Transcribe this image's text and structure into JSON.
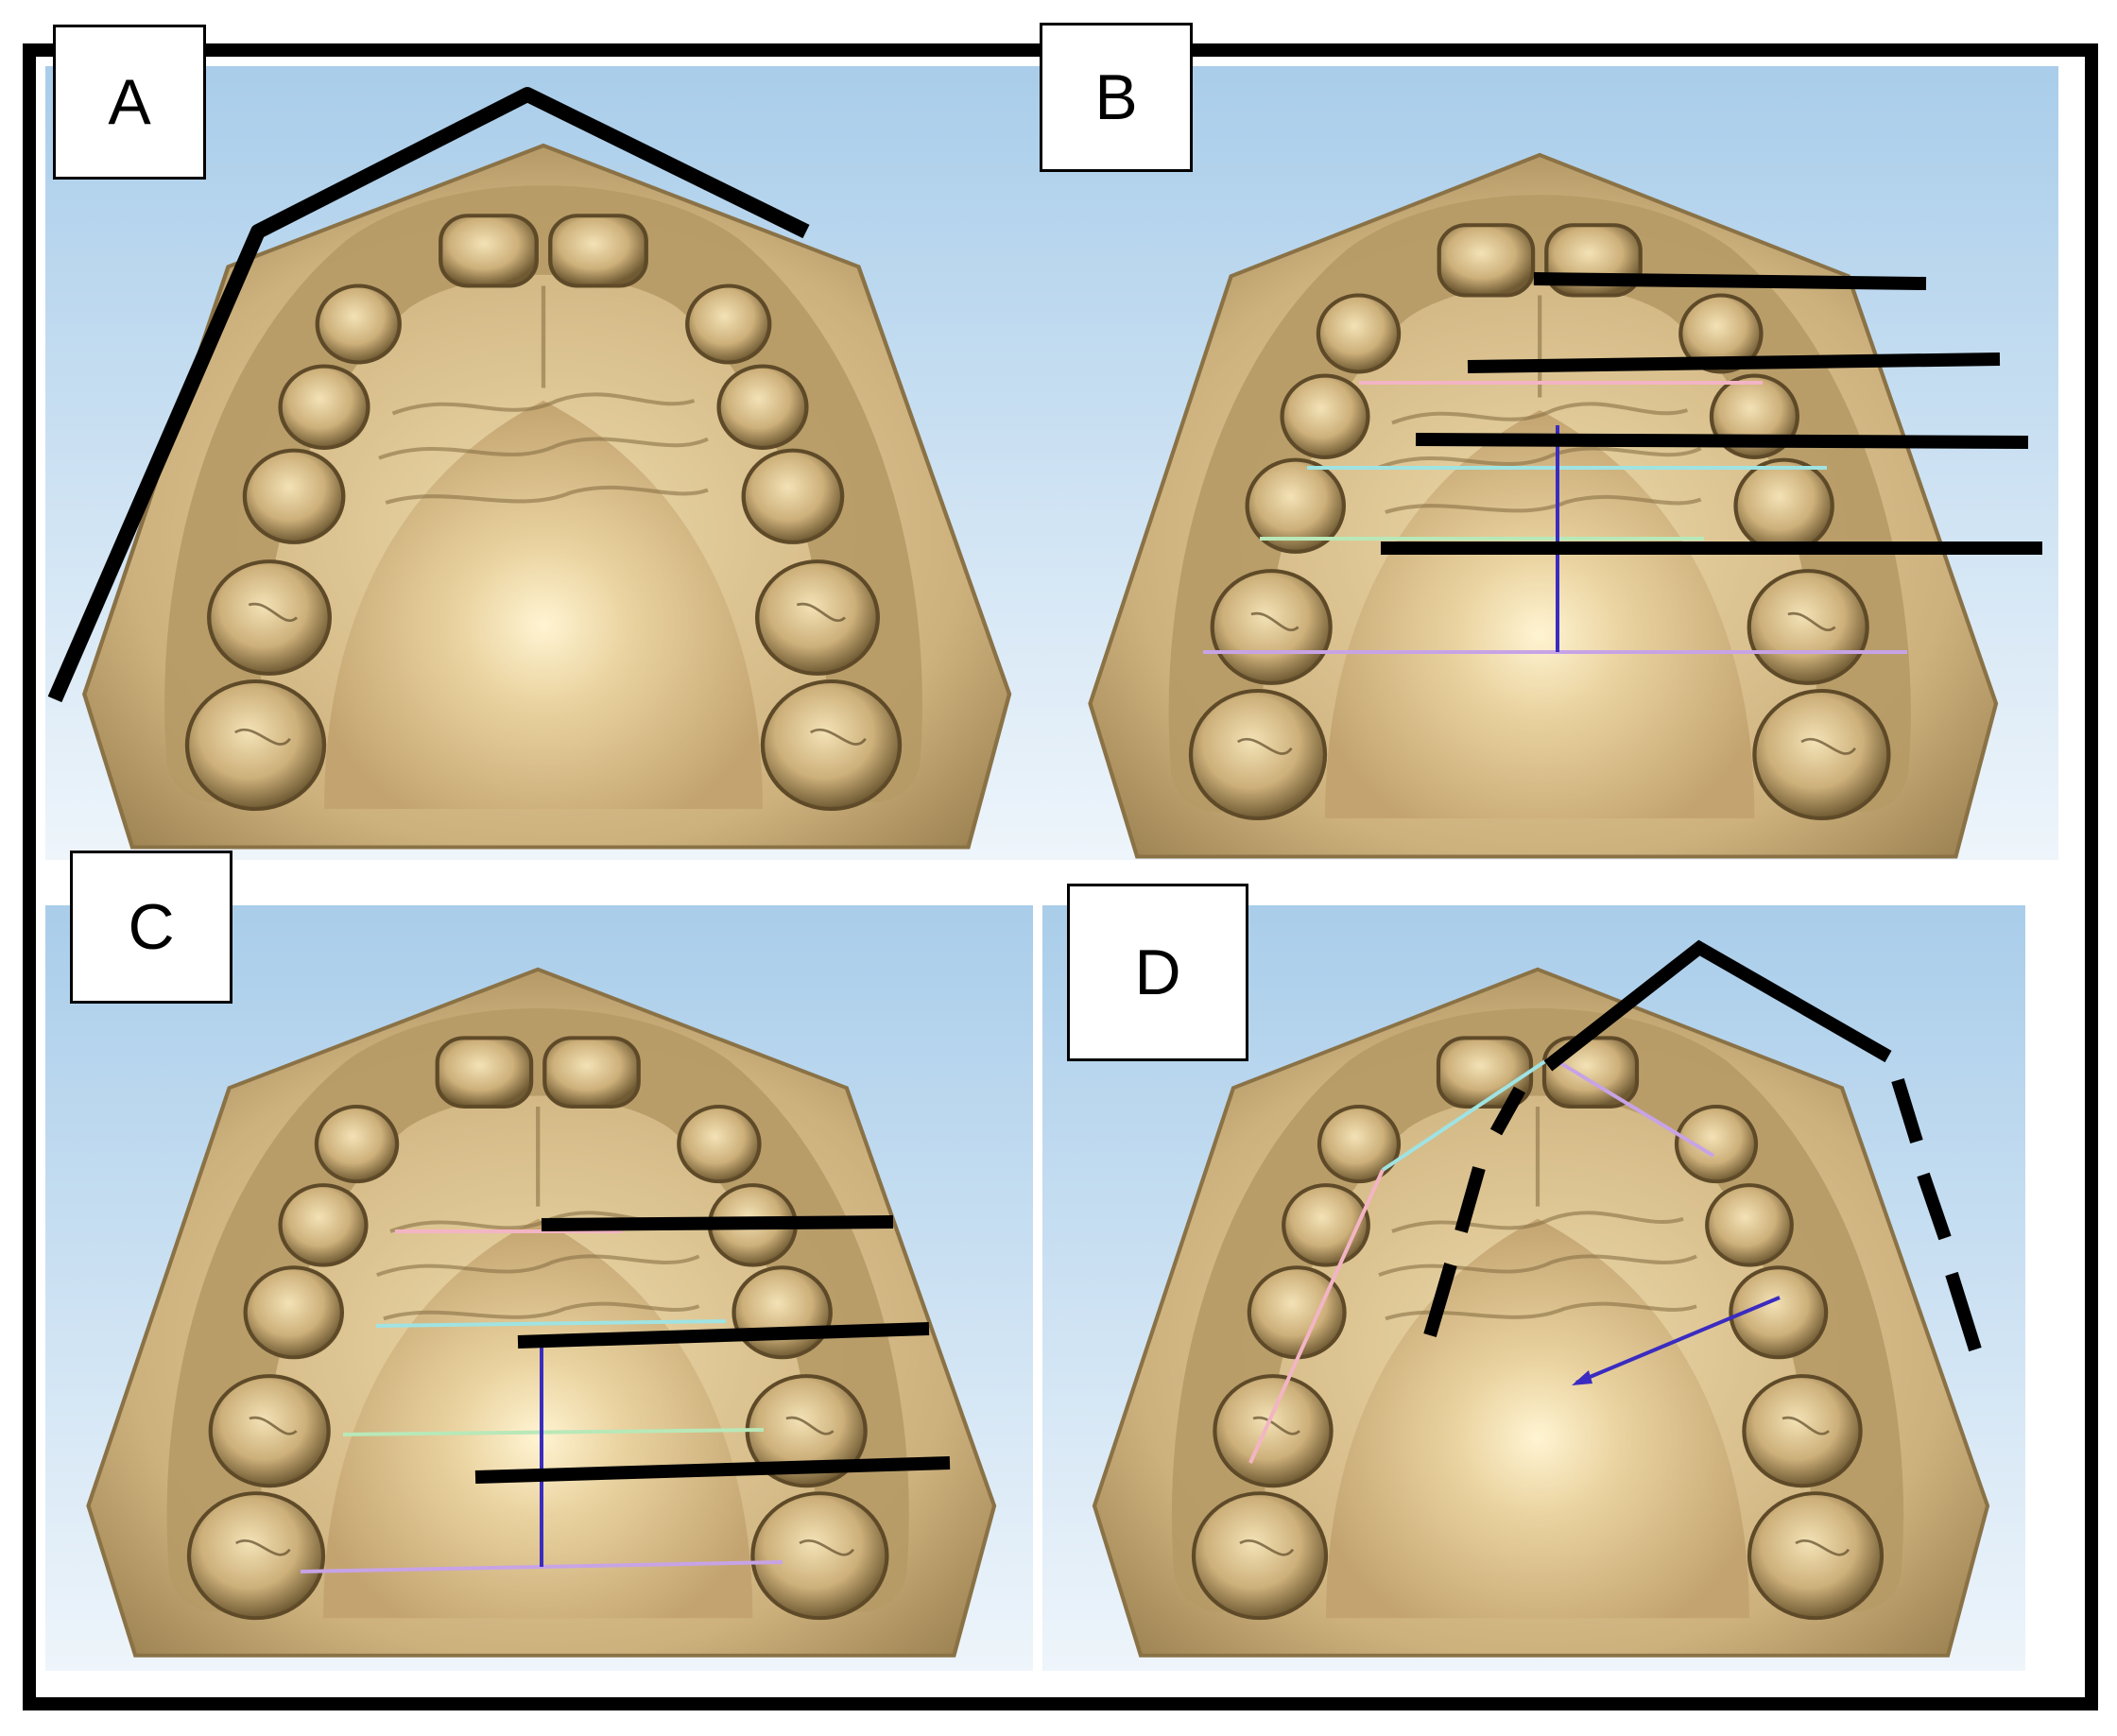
{
  "figure": {
    "panels": [
      {
        "id": "A",
        "label": "A"
      },
      {
        "id": "B",
        "label": "B"
      },
      {
        "id": "C",
        "label": "C"
      },
      {
        "id": "D",
        "label": "D"
      }
    ]
  },
  "colors": {
    "background_top": "#a9cdea",
    "background_bottom": "#eef5fb",
    "cast_base": "#ccb07c",
    "cast_light": "#ecd8a8",
    "cast_dark": "#8a7246",
    "annotation": "#000000",
    "line_pink": "#f3b4c4",
    "line_cyan": "#9fe3e3",
    "line_green": "#b8e8b8",
    "line_violet": "#c7a3e6",
    "line_blue": "#3a2cc0"
  }
}
